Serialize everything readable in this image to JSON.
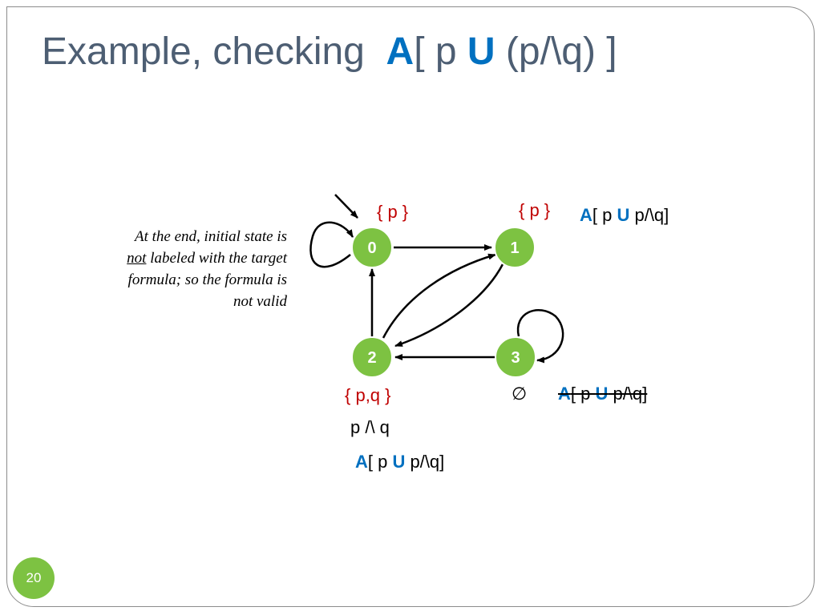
{
  "slide": {
    "title_prefix": "Example, checking",
    "title_A": "A",
    "title_open": "[ p ",
    "title_U": "U",
    "title_rest": " (p/\\q) ]",
    "note_line1": "At the end, initial state is",
    "note_not": "not",
    "note_line2_rest": " labeled with the target",
    "note_line3": "formula; so the formula is",
    "note_line4": "not valid",
    "page_number": "20"
  },
  "diagram": {
    "colors": {
      "node_fill": "#7dc242",
      "node_stroke": "#ffffff",
      "edge": "#000000",
      "label_red": "#c00000",
      "keyword_blue": "#0070c0"
    },
    "nodes": [
      {
        "id": "0",
        "label": "0",
        "props": "{ p }"
      },
      {
        "id": "1",
        "label": "1",
        "props": "{ p }"
      },
      {
        "id": "2",
        "label": "2",
        "props": "{ p,q }"
      },
      {
        "id": "3",
        "label": "3",
        "props": "∅"
      }
    ],
    "edges": [
      {
        "from": "0",
        "to": "0",
        "kind": "self-loop"
      },
      {
        "from": "0",
        "to": "1"
      },
      {
        "from": "2",
        "to": "0"
      },
      {
        "from": "2",
        "to": "1"
      },
      {
        "from": "1",
        "to": "2"
      },
      {
        "from": "3",
        "to": "2"
      },
      {
        "from": "3",
        "to": "3",
        "kind": "self-loop"
      }
    ],
    "initial_state": "0",
    "subformula_label": "p /\\ q",
    "formula_A": "A",
    "formula_open": "[ p ",
    "formula_U": "U",
    "formula_rest": "  p/\\q]"
  }
}
